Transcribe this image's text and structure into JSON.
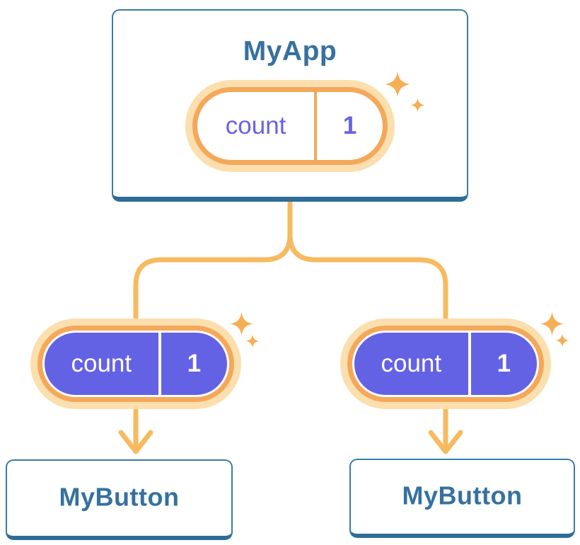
{
  "tree": {
    "root": {
      "title": "MyApp",
      "state": {
        "name": "count",
        "value": "1"
      }
    },
    "children": [
      {
        "title": "MyButton",
        "prop": {
          "name": "count",
          "value": "1"
        }
      },
      {
        "title": "MyButton",
        "prop": {
          "name": "count",
          "value": "1"
        }
      }
    ]
  },
  "colors": {
    "background": "#FFFFFF",
    "card_bg": "#FFFFFF",
    "card_border": "#3A7CA5",
    "card_border_bottom": "#2E6D98",
    "heading_text": "#36719F",
    "pill_purple": "#6462E4",
    "pill_text_purple": "#6663E8",
    "pill_ring_orange": "#F4A85A",
    "pill_glow": "#FBDFAE",
    "connector_orange": "#F7BA60",
    "sparkle_orange": "#F5AF55"
  }
}
